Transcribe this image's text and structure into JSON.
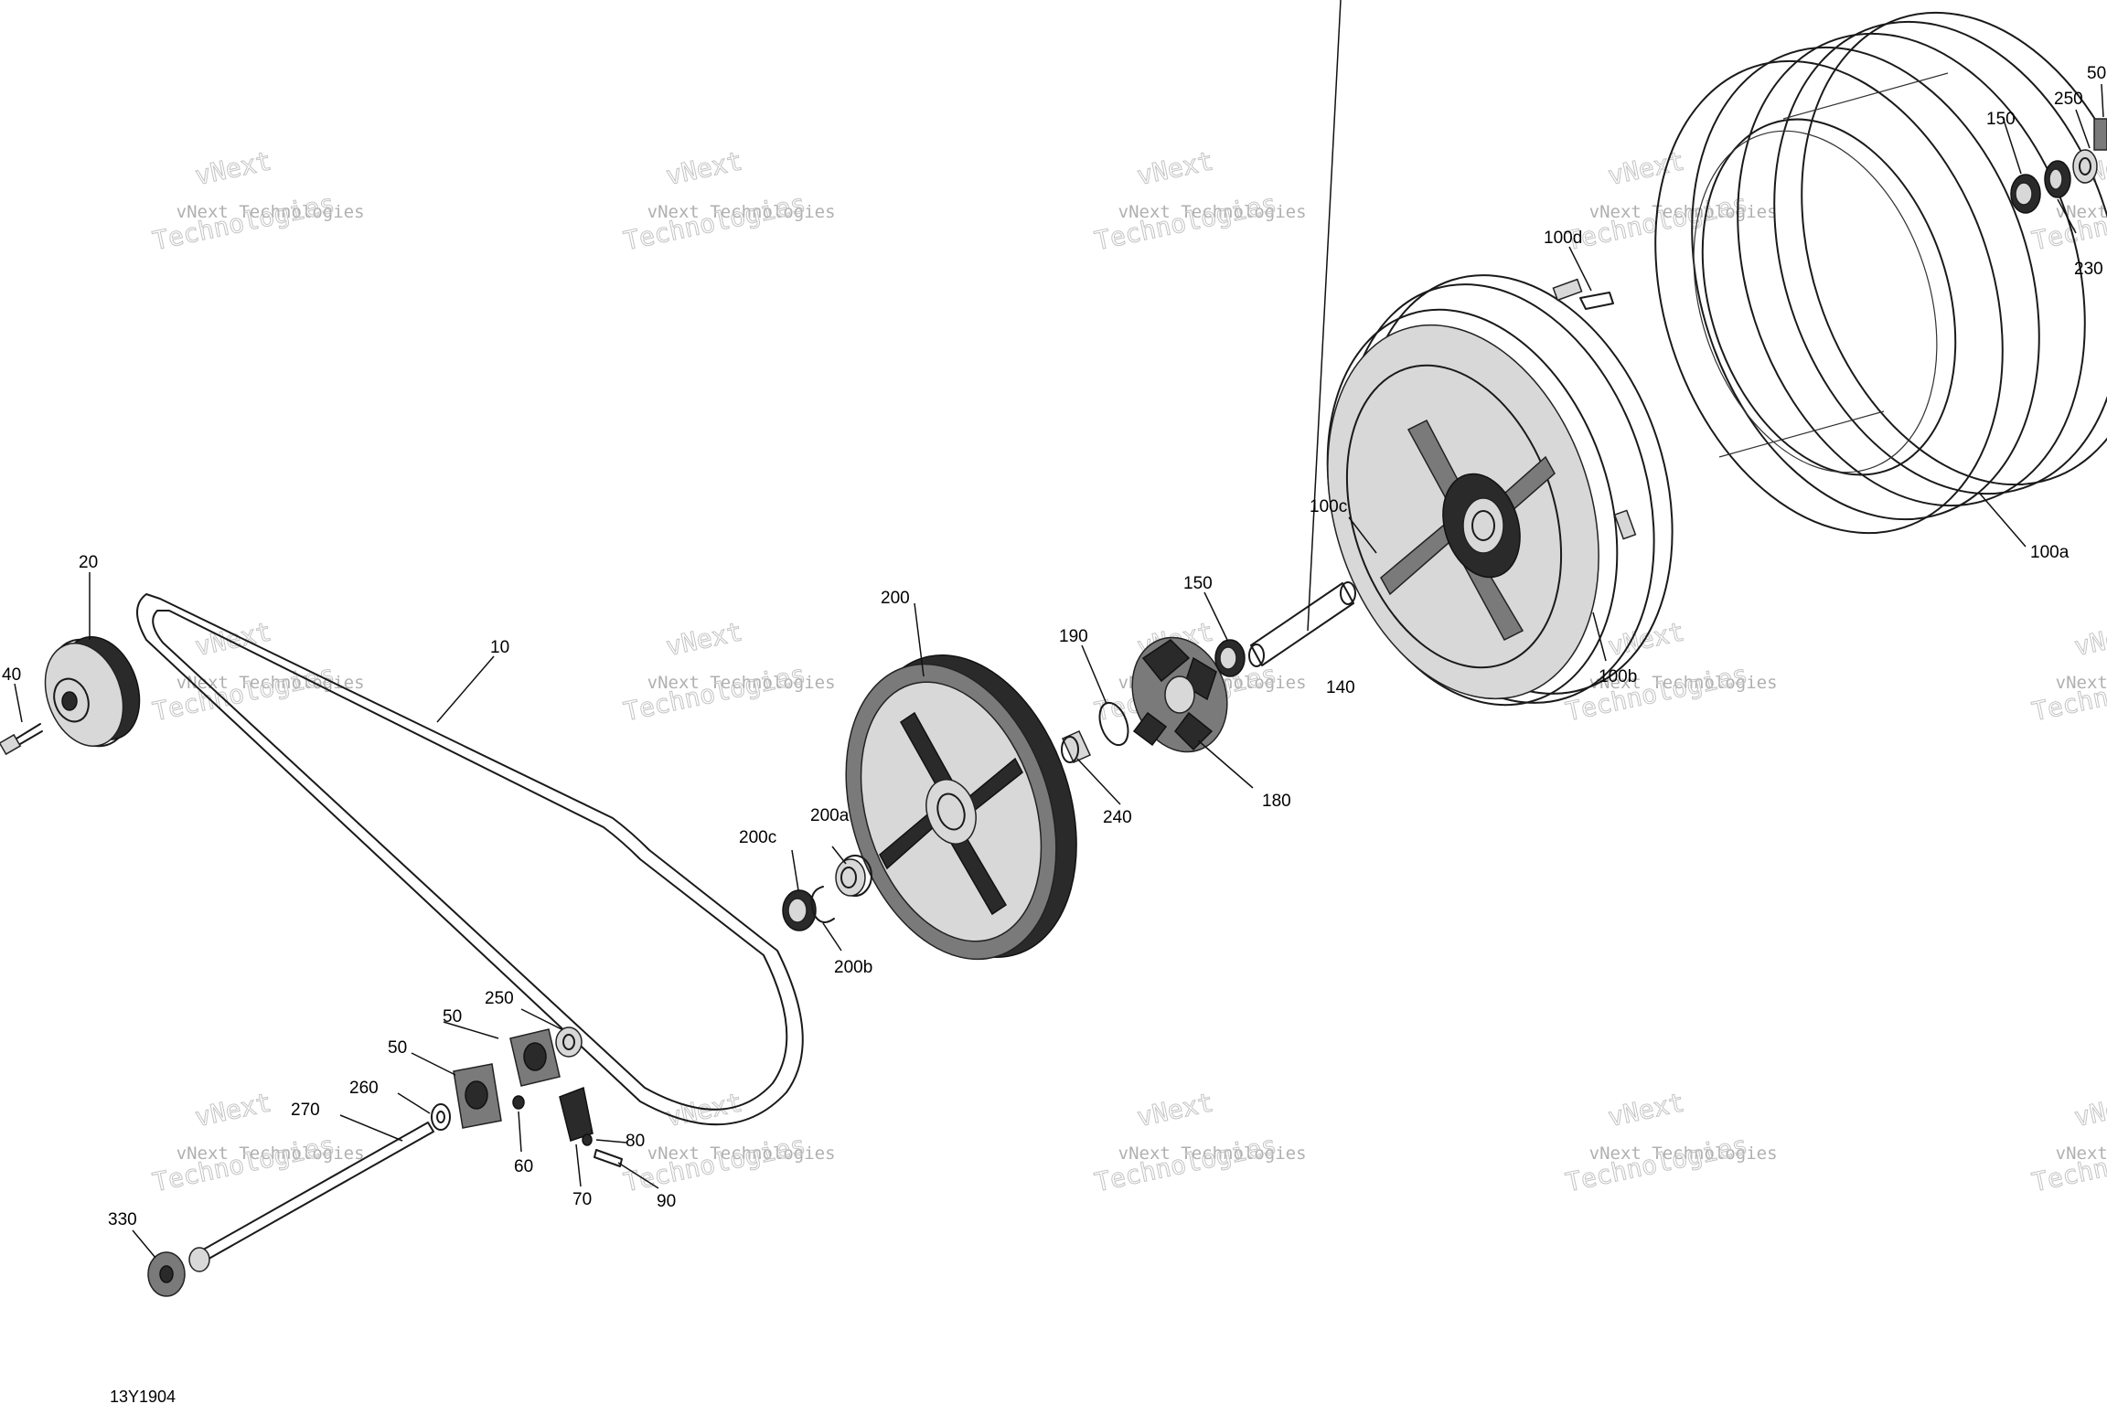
{
  "figure_id": "13Y1904",
  "watermark": {
    "line1": "vNext",
    "line2": "vNext Technologies",
    "line3": "Technologies"
  },
  "callouts": {
    "c10": "10",
    "c20": "20",
    "c40": "40",
    "c50a": "50",
    "c50b": "50",
    "c50c": "50",
    "c60": "60",
    "c70": "70",
    "c80": "80",
    "c90": "90",
    "c100a": "100a",
    "c100b": "100b",
    "c100c": "100c",
    "c100d": "100d",
    "c140": "140",
    "c150a": "150",
    "c150b": "150",
    "c180": "180",
    "c190": "190",
    "c200": "200",
    "c200a": "200a",
    "c200b": "200b",
    "c200c": "200c",
    "c230": "230",
    "c240": "240",
    "c250a": "250",
    "c250b": "250",
    "c260": "260",
    "c270": "270",
    "c330": "330"
  }
}
